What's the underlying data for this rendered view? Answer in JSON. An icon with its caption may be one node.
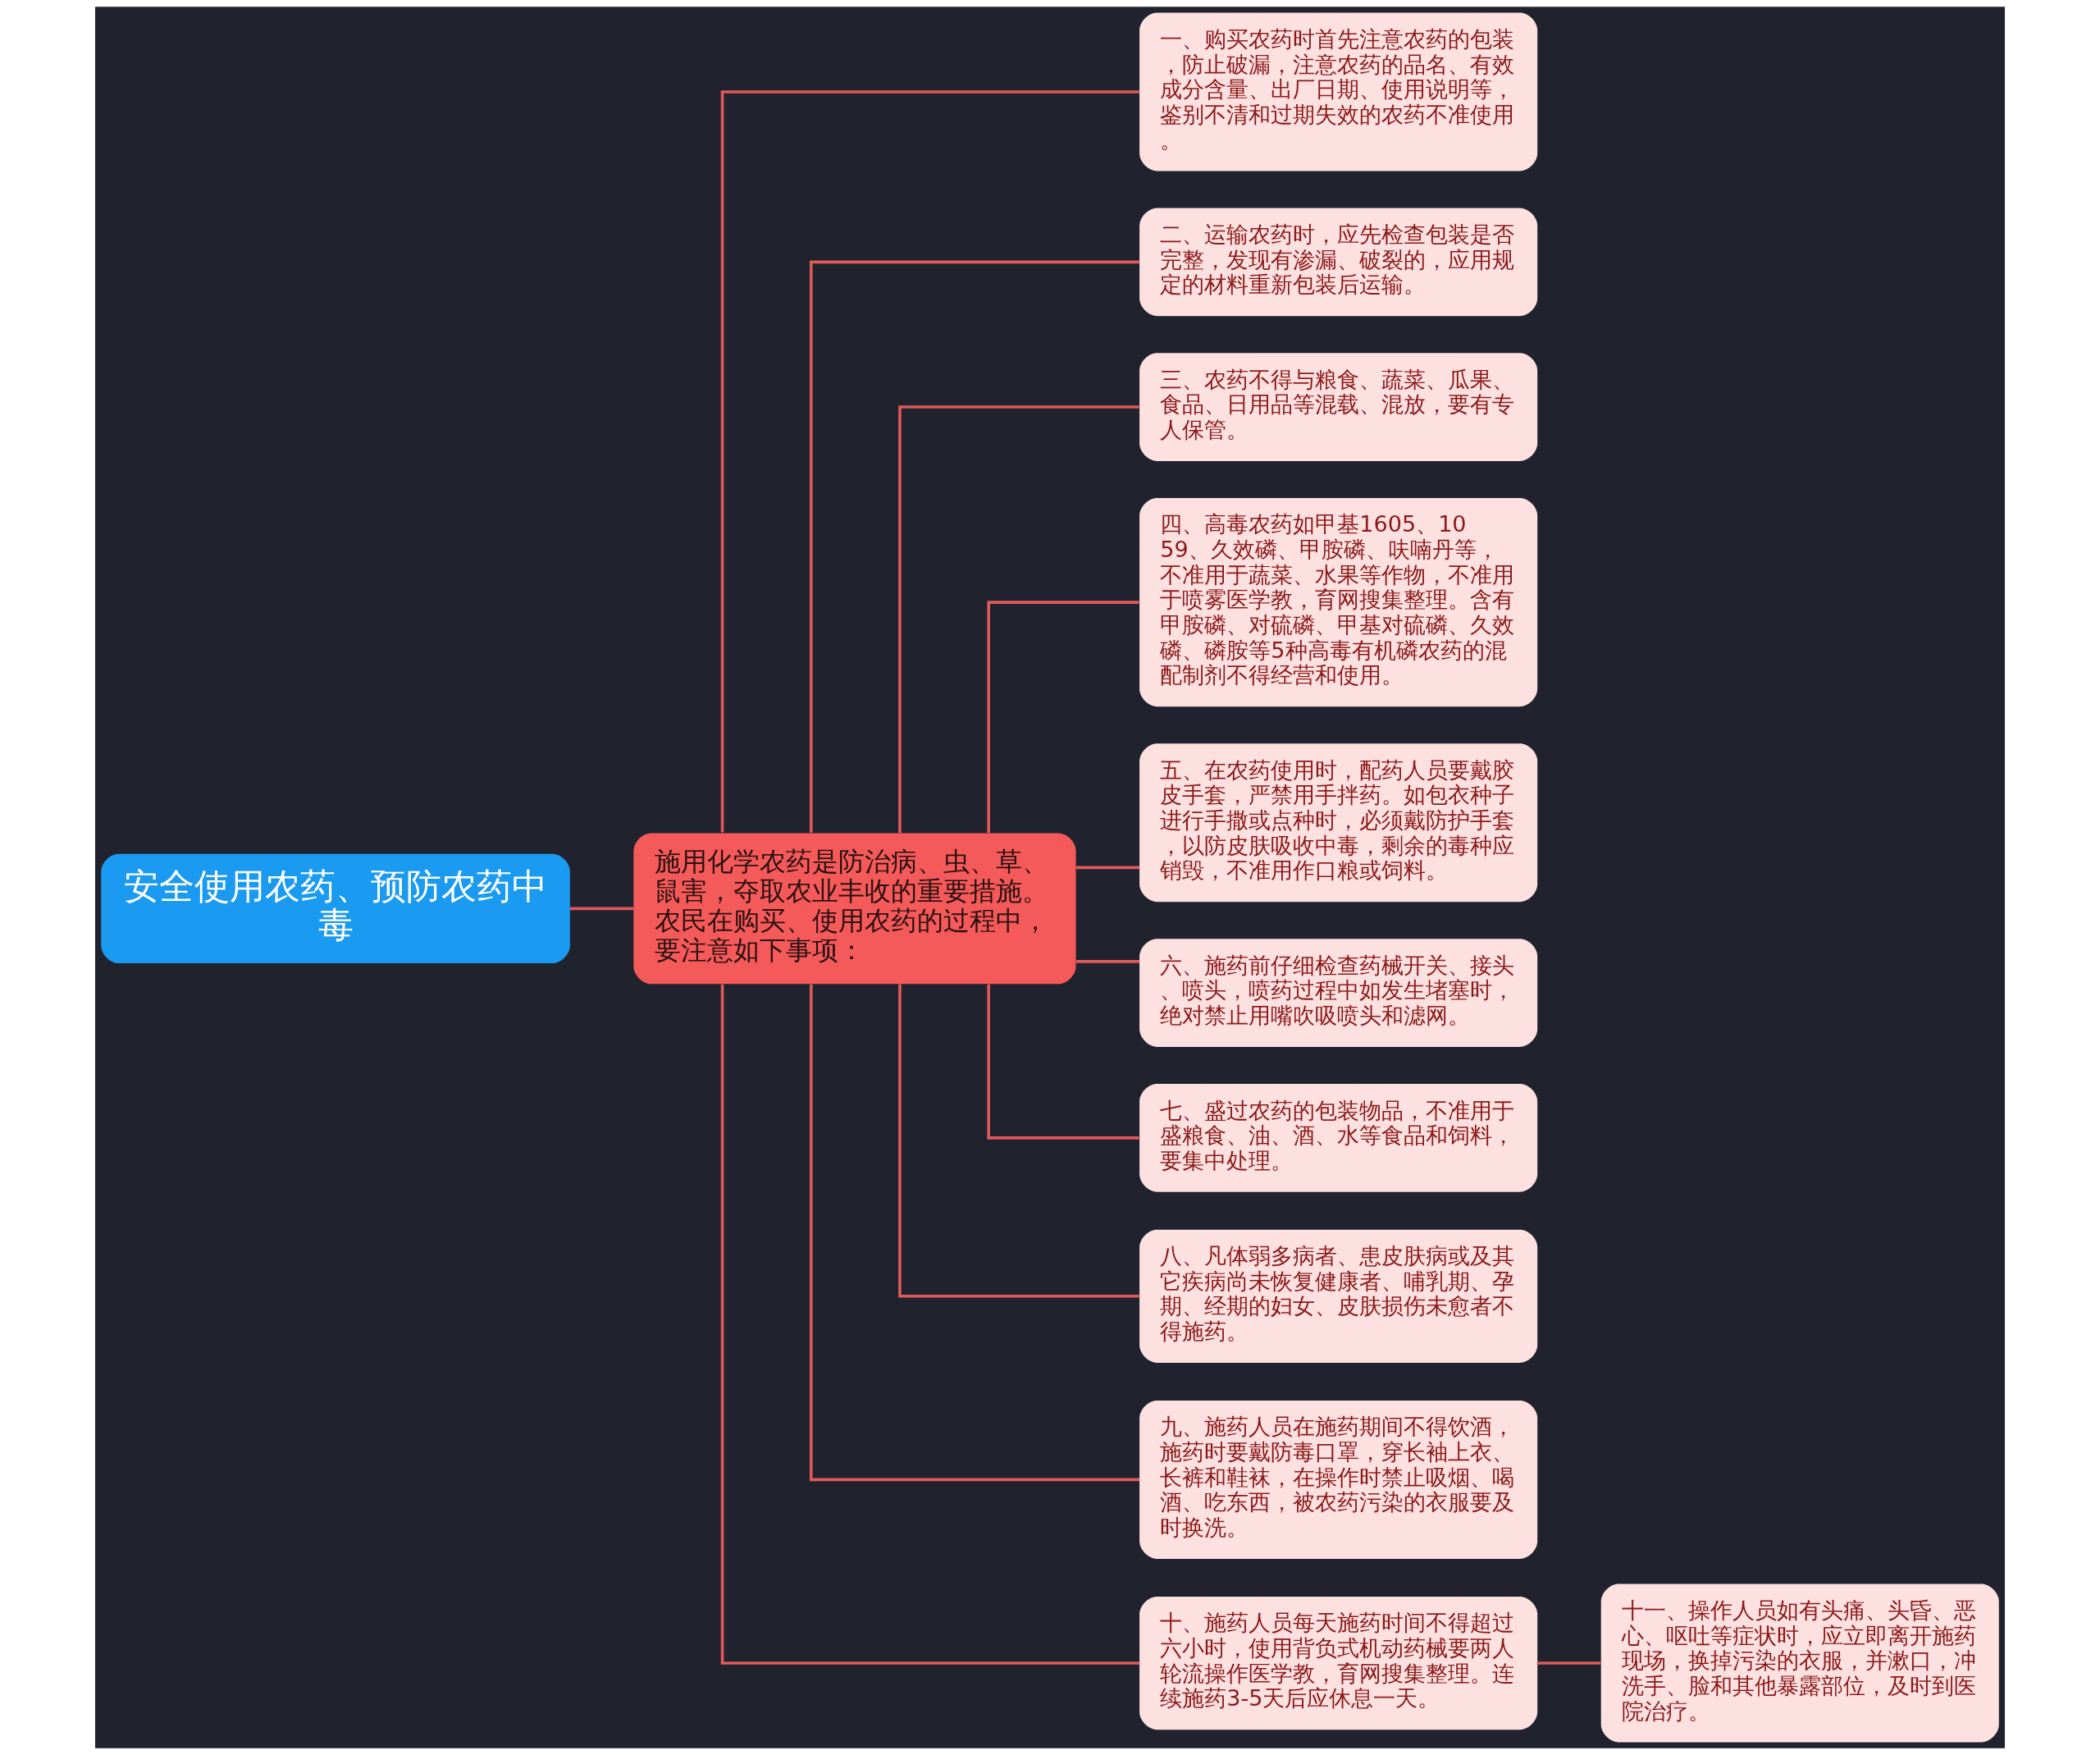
{
  "diagram": {
    "nodes": [
      {
        "text": [
          "安全使用农药、预防农药中毒"
        ]
      },
      {
        "text": [
          "施用化学农药是防治病、虫、草、鼠害，夺取农业丰收的重要措施。农民在购买、使用农药的过程中，要注意如下事项："
        ]
      },
      {
        "text": [
          "一、购买农药时首先注意农药的包装，防止破漏，注意农药的品名、有效成分含量、出厂日期、使用说明等，鉴别不清和过期失效的农药不准使用。"
        ]
      },
      {
        "text": [
          "二、运输农药时，应先检查包装是否完整，发现有渗漏、破裂的，应用规定的材料重新包装后运输。"
        ]
      },
      {
        "text": [
          "三、农药不得与粮食、蔬菜、瓜果、食品、日用品等混载、混放，要有专人保管。"
        ]
      },
      {
        "text": [
          "四、高毒农药如甲基1605、1059、久效磷、甲胺磷、呋喃丹等，不准用于蔬菜、水果等作物，不准用于喷雾医学教，育网搜集整理。含有甲胺磷、对硫磷、甲基对硫磷、久效磷、磷胺等5种高毒有机磷农药的混配制剂不得经营和使用。"
        ]
      },
      {
        "text": [
          "五、在农药使用时，配药人员要戴胶皮手套，严禁用手拌药。如包衣种子进行手撒或点种时，必须戴防护手套，以防皮肤吸收中毒，剩余的毒种应销毁，不准用作口粮或饲料。"
        ]
      },
      {
        "text": [
          "六、施药前仔细检查药械开关、接头、喷头，喷药过程中如发生堵塞时，绝对禁止用嘴吹吸喷头和滤网。"
        ]
      },
      {
        "text": [
          "七、盛过农药的包装物品，不准用于盛粮食、油、酒、水等食品和饲料，要集中处理。"
        ]
      },
      {
        "text": [
          "八、凡体弱多病者、患皮肤病或及其它疾病尚未恢复健康者、哺乳期、孕期、经期的妇女、皮肤损伤未愈者不得施药。"
        ]
      },
      {
        "text": [
          "九、施药人员在施药期间不得饮酒，施药时要戴防毒口罩，穿长袖上衣、长裤和鞋袜，在操作时禁止吸烟、喝酒、吃东西，被农药污染的衣服要及时换洗。"
        ]
      },
      {
        "text": [
          "十、施药人员每天施药时间不得超过六小时，使用背负式机动药械要两人轮流操作医学教，育网搜集整理。连续施药3-5天后应休息一天。"
        ]
      },
      {
        "text": [
          "十一、操作人员如有头痛、头昏、恶心、呕吐等症状时，应立即离开施药现场，换掉污染的衣服，并漱口，冲洗手、脸和其他暴露部位，及时到医院治疗。"
        ]
      }
    ],
    "edges": [
      {
        "from": 0,
        "to": 1,
        "arrow": "none"
      },
      {
        "from": 1,
        "to": 2,
        "arrow": "none"
      },
      {
        "from": 1,
        "to": 3,
        "arrow": "none"
      },
      {
        "from": 1,
        "to": 4,
        "arrow": "none"
      },
      {
        "from": 1,
        "to": 5,
        "arrow": "none"
      },
      {
        "from": 1,
        "to": 6,
        "arrow": "none"
      },
      {
        "from": 1,
        "to": 7,
        "arrow": "none"
      },
      {
        "from": 1,
        "to": 8,
        "arrow": "none"
      },
      {
        "from": 1,
        "to": 9,
        "arrow": "none"
      },
      {
        "from": 1,
        "to": 10,
        "arrow": "none"
      },
      {
        "from": 1,
        "to": 11,
        "arrow": "none"
      },
      {
        "from": 11,
        "to": 12,
        "arrow": "none"
      }
    ]
  }
}
